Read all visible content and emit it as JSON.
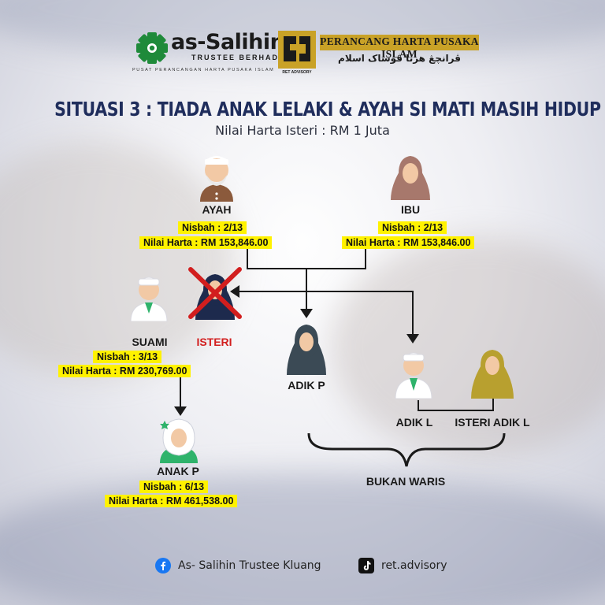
{
  "header": {
    "logo_name": "as-Salihin",
    "logo_subtitle": "TRUSTEE BERHAD",
    "logo_tagline": "PUSAT PERANCANGAN HARTA PUSAKA ISLAM",
    "ret_badge": "RET ADVISORY",
    "ret_title": "PERANCANG HARTA PUSAKA ISLAM",
    "ret_jawi": "ڤرانچڠ هرتا ڤوساک اسلام"
  },
  "title": "SITUASI 3 : TIADA ANAK LELAKI & AYAH SI MATI MASIH HIDUP",
  "subtitle": "Nilai Harta Isteri : RM 1 Juta",
  "people": {
    "ayah": {
      "name": "AYAH",
      "nisbah": "Nisbah : 2/13",
      "nilai": "Nilai Harta : RM 153,846.00"
    },
    "ibu": {
      "name": "IBU",
      "nisbah": "Nisbah : 2/13",
      "nilai": "Nilai Harta : RM 153,846.00"
    },
    "suami": {
      "name": "SUAMI",
      "nisbah": "Nisbah : 3/13",
      "nilai": "Nilai Harta : RM 230,769.00"
    },
    "isteri": {
      "name": "ISTERI"
    },
    "adik_p": {
      "name": "ADIK P"
    },
    "adik_l": {
      "name": "ADIK L"
    },
    "isteri_adik_l": {
      "name": "ISTERI ADIK L"
    },
    "anak_p": {
      "name": "ANAK P",
      "nisbah": "Nisbah : 6/13",
      "nilai": "Nilai Harta : RM 461,538.00"
    }
  },
  "bukan_waris": "BUKAN WARIS",
  "footer": {
    "facebook": "As- Salihin Trustee Kluang",
    "tiktok": "ret.advisory"
  },
  "colors": {
    "title": "#1f2d5c",
    "highlight": "#fff200",
    "deceased_cross": "#d21e1e",
    "navy": "#1d2a4d",
    "gold": "#c9a227"
  },
  "icons": [
    "logo-star-icon",
    "ret-logo-icon",
    "facebook-icon",
    "tiktok-icon"
  ]
}
